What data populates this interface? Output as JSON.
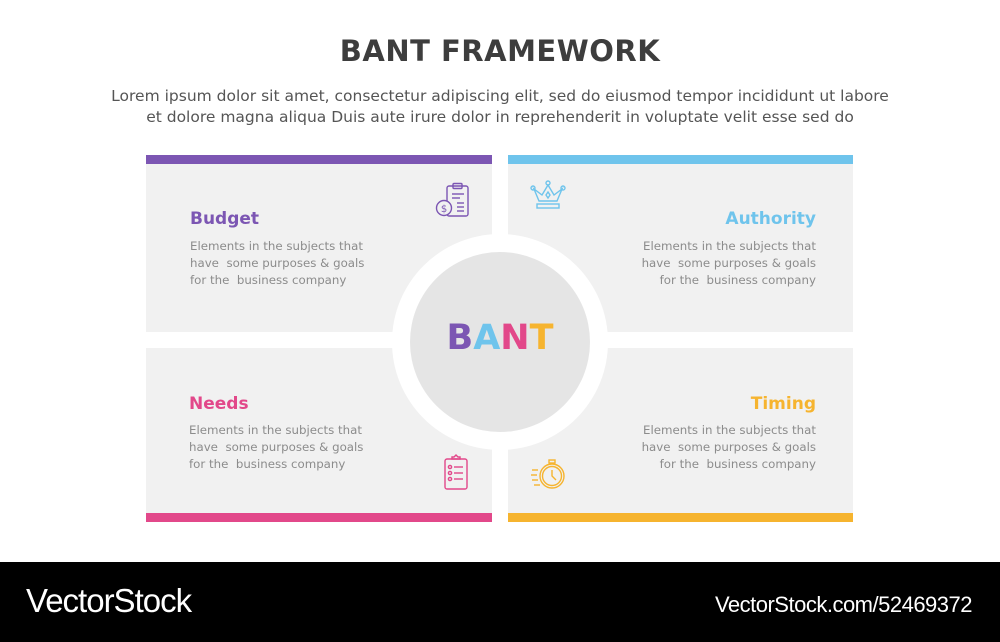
{
  "header": {
    "title": "BANT FRAMEWORK",
    "subtitle_line1": "Lorem ipsum dolor sit amet, consectetur adipiscing elit, sed do eiusmod tempor incididunt ut labore",
    "subtitle_line2": "et dolore magna aliqua Duis aute irure dolor in reprehenderit in voluptate velit esse sed do"
  },
  "center": {
    "letters": [
      {
        "char": "B",
        "color": "#7c56b3"
      },
      {
        "char": "A",
        "color": "#6fc4ec"
      },
      {
        "char": "N",
        "color": "#e2488a"
      },
      {
        "char": "T",
        "color": "#f6b42f"
      }
    ]
  },
  "quadrants": [
    {
      "key": "budget",
      "title": "Budget",
      "color": "#7c56b3",
      "icon": "clipboard-dollar-icon",
      "description": "Elements in the subjects that\nhave  some purposes & goals\nfor the  business company"
    },
    {
      "key": "authority",
      "title": "Authority",
      "color": "#6fc4ec",
      "icon": "crown-icon",
      "description": "Elements in the subjects that\nhave  some purposes & goals\nfor the  business company"
    },
    {
      "key": "needs",
      "title": "Needs",
      "color": "#e2488a",
      "icon": "checklist-icon",
      "description": "Elements in the subjects that\nhave  some purposes & goals\nfor the  business company"
    },
    {
      "key": "timing",
      "title": "Timing",
      "color": "#f6b42f",
      "icon": "stopwatch-icon",
      "description": "Elements in the subjects that\nhave  some purposes & goals\nfor the  business company"
    }
  ],
  "colors": {
    "card_bg": "#f1f1f1",
    "circle_bg": "#e5e5e5",
    "title_text": "#3d3d3d",
    "body_text": "#8c8c8c"
  },
  "footer": {
    "brand": "VectorStock",
    "url": "VectorStock.com/52469372"
  }
}
